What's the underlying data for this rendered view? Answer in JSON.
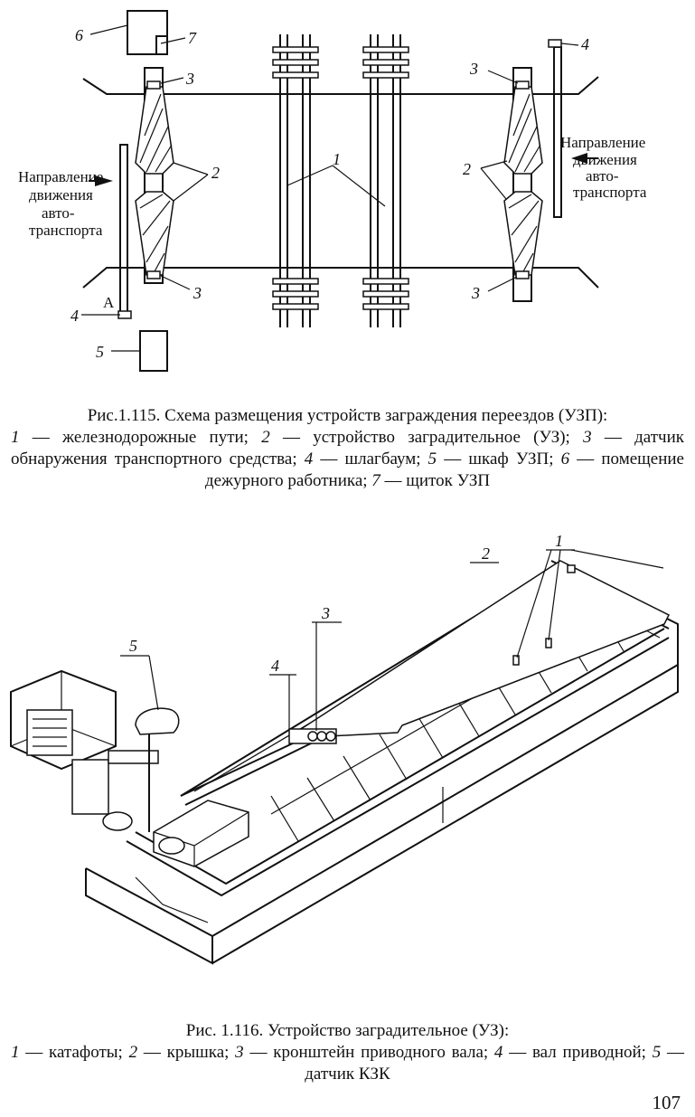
{
  "figure1": {
    "labels": {
      "n1": "1",
      "n2a": "2",
      "n2b": "2",
      "n3a": "3",
      "n3b": "3",
      "n3c": "3",
      "n3d": "3",
      "n4a": "4",
      "n4b": "4",
      "n5": "5",
      "n6": "6",
      "n7": "7",
      "a": "А"
    },
    "left_direction": [
      "Направление",
      "движения",
      "авто-",
      "транспорта"
    ],
    "right_direction": [
      "Направление",
      "движения",
      "авто-",
      "транспорта"
    ],
    "caption_title": "Рис.1.115. Схема размещения устройств заграждения переездов (УЗП):",
    "legend": [
      {
        "num": "1",
        "text": " — железнодорожные пути; "
      },
      {
        "num": "2",
        "text": " — устройство заградительное (УЗ); "
      },
      {
        "num": "3",
        "text": " — датчик обнаружения транспортного средства; "
      },
      {
        "num": "4",
        "text": " — шлагбаум; "
      },
      {
        "num": "5",
        "text": " — шкаф УЗП; "
      },
      {
        "num": "6",
        "text": " — помещение дежурного работника; "
      },
      {
        "num": "7",
        "text": " — щиток УЗП"
      }
    ]
  },
  "figure2": {
    "labels": {
      "n1": "1",
      "n2": "2",
      "n3": "3",
      "n4": "4",
      "n5": "5"
    },
    "caption_title": "Рис. 1.116. Устройство заградительное (УЗ):",
    "legend": [
      {
        "num": "1",
        "text": " — катафоты; "
      },
      {
        "num": "2",
        "text": " — крышка; "
      },
      {
        "num": "3",
        "text": " — кронштейн приводного вала; "
      },
      {
        "num": "4",
        "text": " — вал приводной; "
      },
      {
        "num": "5",
        "text": " — датчик КЗК"
      }
    ]
  },
  "page_number": "107"
}
